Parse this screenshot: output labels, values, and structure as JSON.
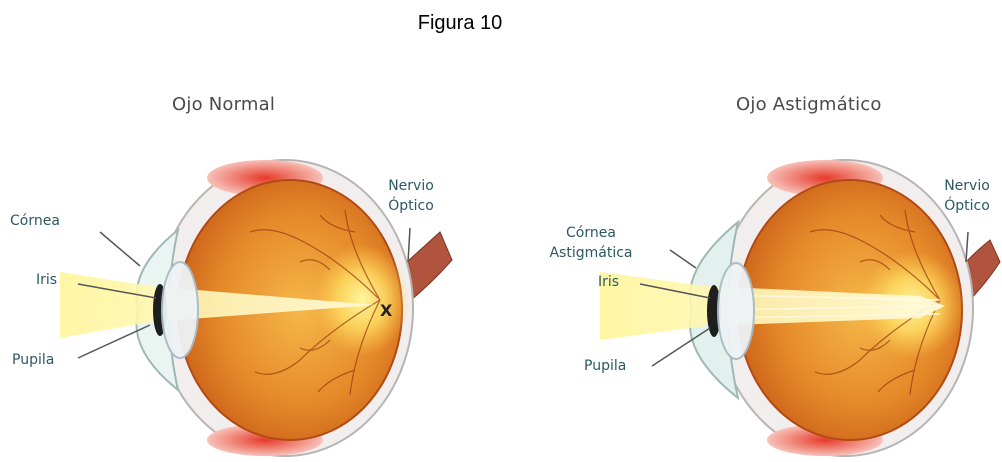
{
  "figure_title": "Figura 10",
  "normal": {
    "title": "Ojo Normal",
    "labels": {
      "cornea": "Córnea",
      "iris": "Iris",
      "pupila": "Pupila",
      "nervio_line1": "Nervio",
      "nervio_line2": "Óptico"
    },
    "focus_mark": "X"
  },
  "astigmatic": {
    "title": "Ojo Astigmático",
    "labels": {
      "cornea_line1": "Córnea",
      "cornea_line2": "Astigmática",
      "iris": "Iris",
      "pupila": "Pupila",
      "nervio_line1": "Nervio",
      "nervio_line2": "Óptico"
    }
  }
}
